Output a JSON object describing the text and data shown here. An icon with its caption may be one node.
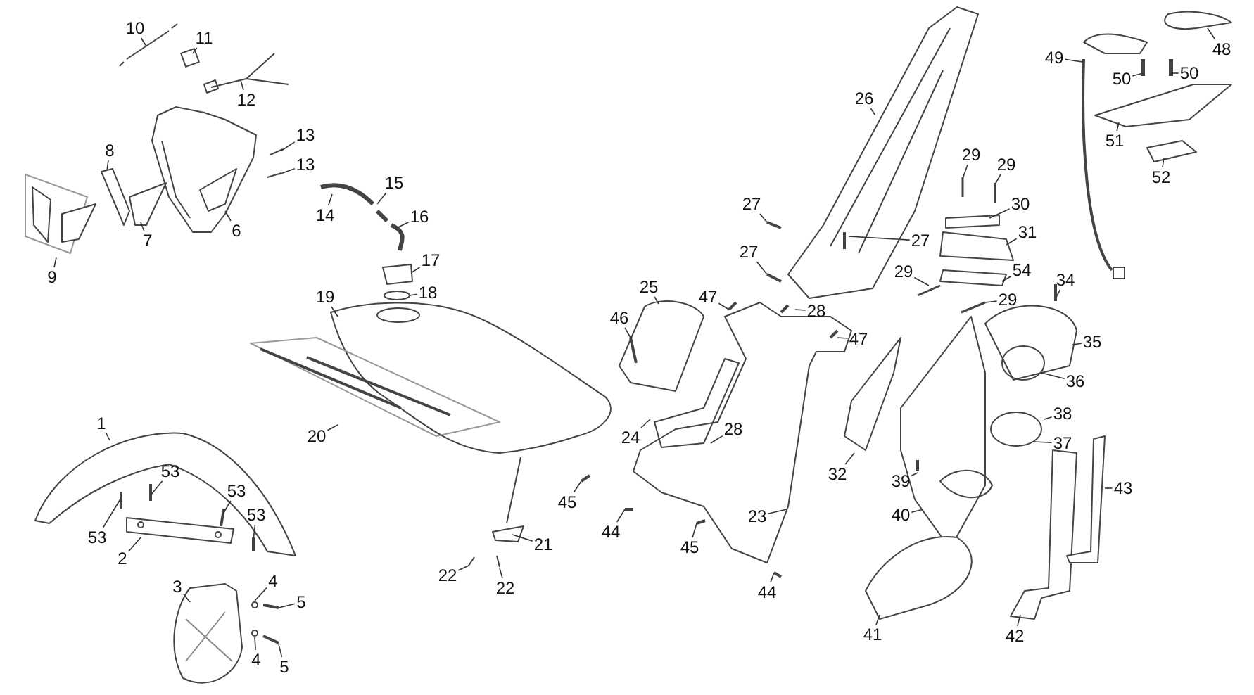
{
  "diagram": {
    "nodes": [
      {
        "text": [
          "10"
        ]
      },
      {
        "text": [
          "11"
        ]
      },
      {
        "text": [
          "12"
        ]
      },
      {
        "text": [
          "13"
        ]
      },
      {
        "text": [
          "13"
        ]
      },
      {
        "text": [
          "8"
        ]
      },
      {
        "text": [
          "6"
        ]
      },
      {
        "text": [
          "7"
        ]
      },
      {
        "text": [
          "9"
        ]
      },
      {
        "text": [
          "15"
        ]
      },
      {
        "text": [
          "14"
        ]
      },
      {
        "text": [
          "16"
        ]
      },
      {
        "text": [
          "17"
        ]
      },
      {
        "text": [
          "18"
        ]
      },
      {
        "text": [
          "19"
        ]
      },
      {
        "text": [
          "20"
        ]
      },
      {
        "text": [
          "1"
        ]
      },
      {
        "text": [
          "53"
        ]
      },
      {
        "text": [
          "53"
        ]
      },
      {
        "text": [
          "53"
        ]
      },
      {
        "text": [
          "53"
        ]
      },
      {
        "text": [
          "2"
        ]
      },
      {
        "text": [
          "3"
        ]
      },
      {
        "text": [
          "4"
        ]
      },
      {
        "text": [
          "5"
        ]
      },
      {
        "text": [
          "4"
        ]
      },
      {
        "text": [
          "5"
        ]
      },
      {
        "text": [
          "21"
        ]
      },
      {
        "text": [
          "22"
        ]
      },
      {
        "text": [
          "22"
        ]
      },
      {
        "text": [
          "46"
        ]
      },
      {
        "text": [
          "25"
        ]
      },
      {
        "text": [
          "47"
        ]
      },
      {
        "text": [
          "28"
        ]
      },
      {
        "text": [
          "47"
        ]
      },
      {
        "text": [
          "24"
        ]
      },
      {
        "text": [
          "28"
        ]
      },
      {
        "text": [
          "45"
        ]
      },
      {
        "text": [
          "44"
        ]
      },
      {
        "text": [
          "45"
        ]
      },
      {
        "text": [
          "23"
        ]
      },
      {
        "text": [
          "44"
        ]
      },
      {
        "text": [
          "26"
        ]
      },
      {
        "text": [
          "27"
        ]
      },
      {
        "text": [
          "27"
        ]
      },
      {
        "text": [
          "27"
        ]
      },
      {
        "text": [
          "29"
        ]
      },
      {
        "text": [
          "29"
        ]
      },
      {
        "text": [
          "30"
        ]
      },
      {
        "text": [
          "31"
        ]
      },
      {
        "text": [
          "29"
        ]
      },
      {
        "text": [
          "54"
        ]
      },
      {
        "text": [
          "29"
        ]
      },
      {
        "text": [
          "48"
        ]
      },
      {
        "text": [
          "49"
        ]
      },
      {
        "text": [
          "50"
        ]
      },
      {
        "text": [
          "50"
        ]
      },
      {
        "text": [
          "51"
        ]
      },
      {
        "text": [
          "52"
        ]
      },
      {
        "text": [
          "34"
        ]
      },
      {
        "text": [
          "35"
        ]
      },
      {
        "text": [
          "36"
        ]
      },
      {
        "text": [
          "38"
        ]
      },
      {
        "text": [
          "37"
        ]
      },
      {
        "text": [
          "32"
        ]
      },
      {
        "text": [
          "39"
        ]
      },
      {
        "text": [
          "40"
        ]
      },
      {
        "text": [
          "43"
        ]
      },
      {
        "text": [
          "41"
        ]
      },
      {
        "text": [
          "42"
        ]
      }
    ],
    "edges": [
      {
        "from": 0,
        "to": null,
        "arrow": "none"
      },
      {
        "from": 1,
        "to": null,
        "arrow": "none"
      },
      {
        "from": 2,
        "to": null,
        "arrow": "none"
      },
      {
        "from": 3,
        "to": null,
        "arrow": "none"
      },
      {
        "from": 4,
        "to": null,
        "arrow": "none"
      },
      {
        "from": 5,
        "to": null,
        "arrow": "none"
      },
      {
        "from": 6,
        "to": null,
        "arrow": "none"
      },
      {
        "from": 7,
        "to": null,
        "arrow": "none"
      },
      {
        "from": 8,
        "to": null,
        "arrow": "none"
      },
      {
        "from": 9,
        "to": null,
        "arrow": "none"
      },
      {
        "from": 10,
        "to": null,
        "arrow": "none"
      },
      {
        "from": 11,
        "to": null,
        "arrow": "none"
      },
      {
        "from": 12,
        "to": null,
        "arrow": "none"
      },
      {
        "from": 13,
        "to": null,
        "arrow": "none"
      },
      {
        "from": 14,
        "to": null,
        "arrow": "none"
      },
      {
        "from": 15,
        "to": null,
        "arrow": "none"
      },
      {
        "from": 16,
        "to": null,
        "arrow": "none"
      },
      {
        "from": 17,
        "to": null,
        "arrow": "none"
      },
      {
        "from": 18,
        "to": null,
        "arrow": "none"
      },
      {
        "from": 19,
        "to": null,
        "arrow": "none"
      },
      {
        "from": 20,
        "to": null,
        "arrow": "none"
      },
      {
        "from": 21,
        "to": null,
        "arrow": "none"
      },
      {
        "from": 22,
        "to": null,
        "arrow": "none"
      },
      {
        "from": 23,
        "to": null,
        "arrow": "none"
      },
      {
        "from": 24,
        "to": null,
        "arrow": "none"
      },
      {
        "from": 25,
        "to": null,
        "arrow": "none"
      },
      {
        "from": 26,
        "to": null,
        "arrow": "none"
      },
      {
        "from": 27,
        "to": null,
        "arrow": "none"
      },
      {
        "from": 28,
        "to": null,
        "arrow": "none"
      },
      {
        "from": 29,
        "to": null,
        "arrow": "none"
      },
      {
        "from": 30,
        "to": null,
        "arrow": "none"
      },
      {
        "from": 31,
        "to": null,
        "arrow": "none"
      },
      {
        "from": 32,
        "to": null,
        "arrow": "none"
      },
      {
        "from": 33,
        "to": null,
        "arrow": "none"
      },
      {
        "from": 34,
        "to": null,
        "arrow": "none"
      },
      {
        "from": 35,
        "to": null,
        "arrow": "none"
      },
      {
        "from": 36,
        "to": null,
        "arrow": "none"
      },
      {
        "from": 37,
        "to": null,
        "arrow": "none"
      },
      {
        "from": 38,
        "to": null,
        "arrow": "none"
      },
      {
        "from": 39,
        "to": null,
        "arrow": "none"
      },
      {
        "from": 40,
        "to": null,
        "arrow": "none"
      },
      {
        "from": 41,
        "to": null,
        "arrow": "none"
      },
      {
        "from": 42,
        "to": null,
        "arrow": "none"
      },
      {
        "from": 43,
        "to": null,
        "arrow": "none"
      },
      {
        "from": 44,
        "to": null,
        "arrow": "none"
      },
      {
        "from": 45,
        "to": null,
        "arrow": "none"
      },
      {
        "from": 46,
        "to": null,
        "arrow": "none"
      },
      {
        "from": 47,
        "to": null,
        "arrow": "none"
      },
      {
        "from": 48,
        "to": null,
        "arrow": "none"
      },
      {
        "from": 49,
        "to": null,
        "arrow": "none"
      },
      {
        "from": 50,
        "to": null,
        "arrow": "none"
      },
      {
        "from": 51,
        "to": null,
        "arrow": "none"
      },
      {
        "from": 52,
        "to": null,
        "arrow": "none"
      },
      {
        "from": 53,
        "to": null,
        "arrow": "none"
      },
      {
        "from": 54,
        "to": null,
        "arrow": "none"
      },
      {
        "from": 55,
        "to": null,
        "arrow": "none"
      },
      {
        "from": 56,
        "to": null,
        "arrow": "none"
      },
      {
        "from": 57,
        "to": null,
        "arrow": "none"
      },
      {
        "from": 58,
        "to": null,
        "arrow": "none"
      },
      {
        "from": 59,
        "to": null,
        "arrow": "none"
      },
      {
        "from": 60,
        "to": null,
        "arrow": "none"
      },
      {
        "from": 61,
        "to": null,
        "arrow": "none"
      },
      {
        "from": 62,
        "to": null,
        "arrow": "none"
      },
      {
        "from": 63,
        "to": null,
        "arrow": "none"
      },
      {
        "from": 64,
        "to": null,
        "arrow": "none"
      },
      {
        "from": 65,
        "to": null,
        "arrow": "none"
      },
      {
        "from": 66,
        "to": null,
        "arrow": "none"
      },
      {
        "from": 67,
        "to": null,
        "arrow": "none"
      },
      {
        "from": 68,
        "to": null,
        "arrow": "none"
      },
      {
        "from": 69,
        "to": null,
        "arrow": "none"
      }
    ]
  }
}
